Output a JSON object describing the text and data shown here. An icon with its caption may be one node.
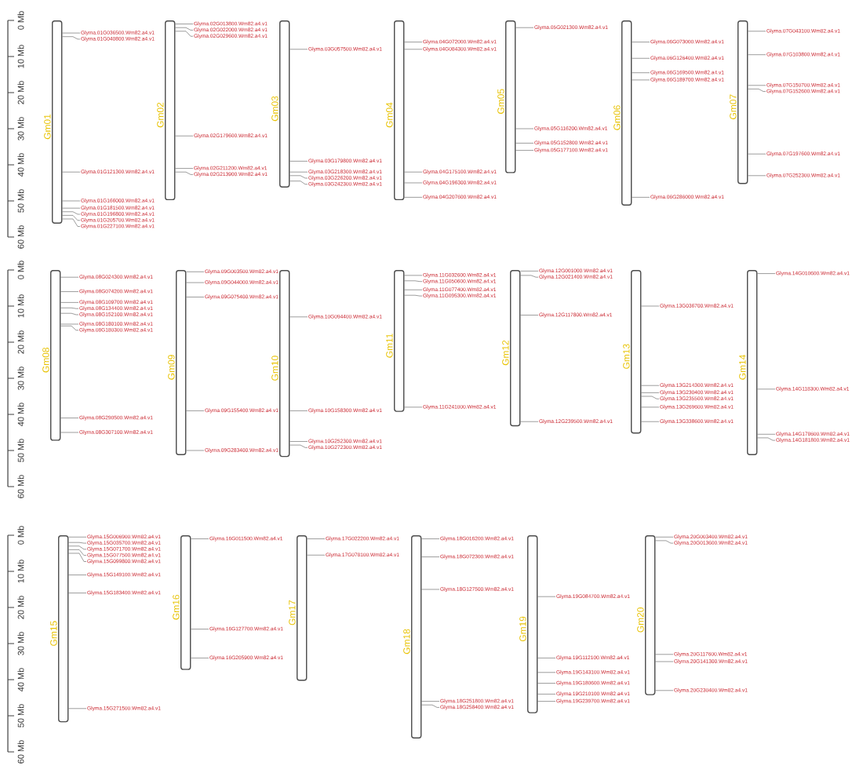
{
  "diagram": {
    "nodes": [
      {
        "text": [
          "Gm01"
        ]
      },
      {
        "text": [
          "Glyma.01G036500.Wm82.a4.v1"
        ]
      },
      {
        "text": [
          "Glyma.01G040800.Wm82.a4.v1"
        ]
      },
      {
        "text": [
          "Glyma.01G121300.Wm82.a4.v1"
        ]
      },
      {
        "text": [
          "Glyma.01G166000.Wm82.a4.v1"
        ]
      },
      {
        "text": [
          "Glyma.01G181500.Wm82.a4.v1"
        ]
      },
      {
        "text": [
          "Glyma.01G196800.Wm82.a4.v1"
        ]
      },
      {
        "text": [
          "Glyma.01G205700.Wm82.a4.v1"
        ]
      },
      {
        "text": [
          "Glyma.01G227100.Wm82.a4.v1"
        ]
      },
      {
        "text": [
          "Gm02"
        ]
      },
      {
        "text": [
          "Glyma.02G013800.Wm82.a4.v1"
        ]
      },
      {
        "text": [
          "Glyma.02G022000.Wm82.a4.v1"
        ]
      },
      {
        "text": [
          "Glyma.02G029600.Wm82.a4.v1"
        ]
      },
      {
        "text": [
          "Glyma.02G179600.Wm82.a4.v1"
        ]
      },
      {
        "text": [
          "Glyma.02G211200.Wm82.a4.v1"
        ]
      },
      {
        "text": [
          "Glyma.02G213900.Wm82.a4.v1"
        ]
      },
      {
        "text": [
          "Gm03"
        ]
      },
      {
        "text": [
          "Glyma.03G057500.Wm82.a4.v1"
        ]
      },
      {
        "text": [
          "Glyma.03G179800.Wm82.a4.v1"
        ]
      },
      {
        "text": [
          "Glyma.03G218300.Wm82.a4.v1"
        ]
      },
      {
        "text": [
          "Glyma.03G226200.Wm82.a4.v1"
        ]
      },
      {
        "text": [
          "Glyma.03G242300.Wm82.a4.v1"
        ]
      },
      {
        "text": [
          "Gm04"
        ]
      },
      {
        "text": [
          "Glyma.04G072000.Wm82.a4.v1"
        ]
      },
      {
        "text": [
          "Glyma.04G084300.Wm82.a4.v1"
        ]
      },
      {
        "text": [
          "Glyma.04G175100.Wm82.a4.v1"
        ]
      },
      {
        "text": [
          "Glyma.04G196300.Wm82.a4.v1"
        ]
      },
      {
        "text": [
          "Glyma.04G207600.Wm82.a4.v1"
        ]
      },
      {
        "text": [
          "Gm05"
        ]
      },
      {
        "text": [
          "Glyma.05G021300.Wm82.a4.v1"
        ]
      },
      {
        "text": [
          "Glyma.05G116200.Wm82.a4.v1"
        ]
      },
      {
        "text": [
          "Glyma.05G152800.Wm82.a4.v1"
        ]
      },
      {
        "text": [
          "Glyma.05G177100.Wm82.a4.v1"
        ]
      },
      {
        "text": [
          "Gm06"
        ]
      },
      {
        "text": [
          "Glyma.06G073000.Wm82.a4.v1"
        ]
      },
      {
        "text": [
          "Glyma.06G126400.Wm82.a4.v1"
        ]
      },
      {
        "text": [
          "Glyma.06G169500.Wm82.a4.v1"
        ]
      },
      {
        "text": [
          "Glyma.06G189700.Wm82.a4.v1"
        ]
      },
      {
        "text": [
          "Glyma.06G286000.Wm82.a4.v1"
        ]
      },
      {
        "text": [
          "Gm07"
        ]
      },
      {
        "text": [
          "Glyma.07G043100.Wm82.a4.v1"
        ]
      },
      {
        "text": [
          "Glyma.07G103800.Wm82.a4.v1"
        ]
      },
      {
        "text": [
          "Glyma.07G150700.Wm82.a4.v1"
        ]
      },
      {
        "text": [
          "Glyma.07G152600.Wm82.a4.v1"
        ]
      },
      {
        "text": [
          "Glyma.07G197600.Wm82.a4.v1"
        ]
      },
      {
        "text": [
          "Glyma.07G252300.Wm82.a4.v1"
        ]
      },
      {
        "text": [
          "Gm08"
        ]
      },
      {
        "text": [
          "Glyma.08G024300.Wm82.a4.v1"
        ]
      },
      {
        "text": [
          "Glyma.08G074200.Wm82.a4.v1"
        ]
      },
      {
        "text": [
          "Glyma.08G109700.Wm82.a4.v1"
        ]
      },
      {
        "text": [
          "Glyma.08G134400.Wm82.a4.v1"
        ]
      },
      {
        "text": [
          "Glyma.08G152100.Wm82.a4.v1"
        ]
      },
      {
        "text": [
          "Glyma.08G180100.Wm82.a4.v1"
        ]
      },
      {
        "text": [
          "Glyma.08G180300.Wm82.a4.v1"
        ]
      },
      {
        "text": [
          "Glyma.08G290500.Wm82.a4.v1"
        ]
      },
      {
        "text": [
          "Glyma.08G307100.Wm82.a4.v1"
        ]
      },
      {
        "text": [
          "Gm09"
        ]
      },
      {
        "text": [
          "Glyma.09G003500.Wm82.a4.v1"
        ]
      },
      {
        "text": [
          "Glyma.09G044000.Wm82.a4.v1"
        ]
      },
      {
        "text": [
          "Glyma.09G075400.Wm82.a4.v1"
        ]
      },
      {
        "text": [
          "Glyma.09G155400.Wm82.a4.v1"
        ]
      },
      {
        "text": [
          "Glyma.09G283400.Wm82.a4.v1"
        ]
      },
      {
        "text": [
          "Gm10"
        ]
      },
      {
        "text": [
          "Glyma.10G094400.Wm82.a4.v1"
        ]
      },
      {
        "text": [
          "Glyma.10G158300.Wm82.a4.v1"
        ]
      },
      {
        "text": [
          "Glyma.10G252300.Wm82.a4.v1"
        ]
      },
      {
        "text": [
          "Glyma.10G272300.Wm82.a4.v1"
        ]
      },
      {
        "text": [
          "Gm11"
        ]
      },
      {
        "text": [
          "Glyma.11G032600.Wm82.a4.v1"
        ]
      },
      {
        "text": [
          "Glyma.11G050600.Wm82.a4.v1"
        ]
      },
      {
        "text": [
          "Glyma.11G077400.Wm82.a4.v1"
        ]
      },
      {
        "text": [
          "Glyma.11G095300.Wm82.a4.v1"
        ]
      },
      {
        "text": [
          "Glyma.11G241000.Wm82.a4.v1"
        ]
      },
      {
        "text": [
          "Gm12"
        ]
      },
      {
        "text": [
          "Glyma.12G001000.Wm82.a4.v1"
        ]
      },
      {
        "text": [
          "Glyma.12G021400.Wm82.a4.v1"
        ]
      },
      {
        "text": [
          "Glyma.12G117800.Wm82.a4.v1"
        ]
      },
      {
        "text": [
          "Glyma.12G239500.Wm82.a4.v1"
        ]
      },
      {
        "text": [
          "Gm13"
        ]
      },
      {
        "text": [
          "Glyma.13G036700.Wm82.a4.v1"
        ]
      },
      {
        "text": [
          "Glyma.13G214300.Wm82.a4.v1"
        ]
      },
      {
        "text": [
          "Glyma.13G230400.Wm82.a4.v1"
        ]
      },
      {
        "text": [
          "Glyma.13G235500.Wm82.a4.v1"
        ]
      },
      {
        "text": [
          "Glyma.13G269600.Wm82.a4.v1"
        ]
      },
      {
        "text": [
          "Glyma.13G338600.Wm82.a4.v1"
        ]
      },
      {
        "text": [
          "Gm14"
        ]
      },
      {
        "text": [
          "Glyma.14G010600.Wm82.a4.v1"
        ]
      },
      {
        "text": [
          "Glyma.14G118300.Wm82.a4.v1"
        ]
      },
      {
        "text": [
          "Glyma.14G178600.Wm82.a4.v1"
        ]
      },
      {
        "text": [
          "Glyma.14G181800.Wm82.a4.v1"
        ]
      },
      {
        "text": [
          "Gm15"
        ]
      },
      {
        "text": [
          "Glyma.15G006900.Wm82.a4.v1"
        ]
      },
      {
        "text": [
          "Glyma.15G035700.Wm82.a4.v1"
        ]
      },
      {
        "text": [
          "Glyma.15G071700.Wm82.a4.v1"
        ]
      },
      {
        "text": [
          "Glyma.15G077500.Wm82.a4.v1"
        ]
      },
      {
        "text": [
          "Glyma.15G099800.Wm82.a4.v1"
        ]
      },
      {
        "text": [
          "Glyma.15G149100.Wm82.a4.v1"
        ]
      },
      {
        "text": [
          "Glyma.15G183400.Wm82.a4.v1"
        ]
      },
      {
        "text": [
          "Glyma.15G271500.Wm82.a4.v1"
        ]
      },
      {
        "text": [
          "Gm16"
        ]
      },
      {
        "text": [
          "Glyma.16G011500.Wm82.a4.v1"
        ]
      },
      {
        "text": [
          "Glyma.16G127700.Wm82.a4.v1"
        ]
      },
      {
        "text": [
          "Glyma.16G205900.Wm82.a4.v1"
        ]
      },
      {
        "text": [
          "Gm17"
        ]
      },
      {
        "text": [
          "Glyma.17G022200.Wm82.a4.v1"
        ]
      },
      {
        "text": [
          "Glyma.17G078100.Wm82.a4.v1"
        ]
      },
      {
        "text": [
          "Gm18"
        ]
      },
      {
        "text": [
          "Glyma.18G016200.Wm82.a4.v1"
        ]
      },
      {
        "text": [
          "Glyma.18G072300.Wm82.a4.v1"
        ]
      },
      {
        "text": [
          "Glyma.18G127500.Wm82.a4.v1"
        ]
      },
      {
        "text": [
          "Glyma.18G251800.Wm82.a4.v1"
        ]
      },
      {
        "text": [
          "Glyma.18G258400.Wm82.a4.v1"
        ]
      },
      {
        "text": [
          "Gm19"
        ]
      },
      {
        "text": [
          "Glyma.19G084700.Wm82.a4.v1"
        ]
      },
      {
        "text": [
          "Glyma.19G112100.Wm82.a4.v1"
        ]
      },
      {
        "text": [
          "Glyma.19G143100.Wm82.a4.v1"
        ]
      },
      {
        "text": [
          "Glyma.19G180600.Wm82.a4.v1"
        ]
      },
      {
        "text": [
          "Glyma.19G210100.Wm82.a4.v1"
        ]
      },
      {
        "text": [
          "Glyma.19G239700.Wm82.a4.v1"
        ]
      },
      {
        "text": [
          "Gm20"
        ]
      },
      {
        "text": [
          "Glyma.20G003400.Wm82.a4.v1"
        ]
      },
      {
        "text": [
          "Glyma.20G013600.Wm82.a4.v1"
        ]
      },
      {
        "text": [
          "Glyma.20G117600.Wm82.a4.v1"
        ]
      },
      {
        "text": [
          "Glyma.20G141300.Wm82.a4.v1"
        ]
      },
      {
        "text": [
          "Glyma.20G230400.Wm82.a4.v1"
        ]
      }
    ],
    "edges": [
      {
        "from": 1,
        "to": 0,
        "arrow": "none"
      },
      {
        "from": 2,
        "to": 0,
        "arrow": "none"
      },
      {
        "from": 3,
        "to": 0,
        "arrow": "none"
      },
      {
        "from": 4,
        "to": 0,
        "arrow": "none"
      },
      {
        "from": 5,
        "to": 0,
        "arrow": "none"
      },
      {
        "from": 6,
        "to": 0,
        "arrow": "none"
      },
      {
        "from": 7,
        "to": 0,
        "arrow": "none"
      },
      {
        "from": 8,
        "to": 0,
        "arrow": "none"
      },
      {
        "from": 10,
        "to": 9,
        "arrow": "none"
      },
      {
        "from": 11,
        "to": 9,
        "arrow": "none"
      },
      {
        "from": 12,
        "to": 9,
        "arrow": "none"
      },
      {
        "from": 13,
        "to": 9,
        "arrow": "none"
      },
      {
        "from": 14,
        "to": 9,
        "arrow": "none"
      },
      {
        "from": 15,
        "to": 9,
        "arrow": "none"
      },
      {
        "from": 17,
        "to": 16,
        "arrow": "none"
      },
      {
        "from": 18,
        "to": 16,
        "arrow": "none"
      },
      {
        "from": 19,
        "to": 16,
        "arrow": "none"
      },
      {
        "from": 20,
        "to": 16,
        "arrow": "none"
      },
      {
        "from": 21,
        "to": 16,
        "arrow": "none"
      },
      {
        "from": 23,
        "to": 22,
        "arrow": "none"
      },
      {
        "from": 24,
        "to": 22,
        "arrow": "none"
      },
      {
        "from": 25,
        "to": 22,
        "arrow": "none"
      },
      {
        "from": 26,
        "to": 22,
        "arrow": "none"
      },
      {
        "from": 27,
        "to": 22,
        "arrow": "none"
      },
      {
        "from": 29,
        "to": 28,
        "arrow": "none"
      },
      {
        "from": 30,
        "to": 28,
        "arrow": "none"
      },
      {
        "from": 31,
        "to": 28,
        "arrow": "none"
      },
      {
        "from": 32,
        "to": 28,
        "arrow": "none"
      },
      {
        "from": 34,
        "to": 33,
        "arrow": "none"
      },
      {
        "from": 35,
        "to": 33,
        "arrow": "none"
      },
      {
        "from": 36,
        "to": 33,
        "arrow": "none"
      },
      {
        "from": 37,
        "to": 33,
        "arrow": "none"
      },
      {
        "from": 38,
        "to": 33,
        "arrow": "none"
      },
      {
        "from": 40,
        "to": 39,
        "arrow": "none"
      },
      {
        "from": 41,
        "to": 39,
        "arrow": "none"
      },
      {
        "from": 42,
        "to": 39,
        "arrow": "none"
      },
      {
        "from": 43,
        "to": 39,
        "arrow": "none"
      },
      {
        "from": 44,
        "to": 39,
        "arrow": "none"
      },
      {
        "from": 45,
        "to": 39,
        "arrow": "none"
      },
      {
        "from": 47,
        "to": 46,
        "arrow": "none"
      },
      {
        "from": 48,
        "to": 46,
        "arrow": "none"
      },
      {
        "from": 49,
        "to": 46,
        "arrow": "none"
      },
      {
        "from": 50,
        "to": 46,
        "arrow": "none"
      },
      {
        "from": 51,
        "to": 46,
        "arrow": "none"
      },
      {
        "from": 52,
        "to": 46,
        "arrow": "none"
      },
      {
        "from": 53,
        "to": 46,
        "arrow": "none"
      },
      {
        "from": 54,
        "to": 46,
        "arrow": "none"
      },
      {
        "from": 55,
        "to": 46,
        "arrow": "none"
      },
      {
        "from": 57,
        "to": 56,
        "arrow": "none"
      },
      {
        "from": 58,
        "to": 56,
        "arrow": "none"
      },
      {
        "from": 59,
        "to": 56,
        "arrow": "none"
      },
      {
        "from": 60,
        "to": 56,
        "arrow": "none"
      },
      {
        "from": 61,
        "to": 56,
        "arrow": "none"
      },
      {
        "from": 63,
        "to": 62,
        "arrow": "none"
      },
      {
        "from": 64,
        "to": 62,
        "arrow": "none"
      },
      {
        "from": 65,
        "to": 62,
        "arrow": "none"
      },
      {
        "from": 66,
        "to": 62,
        "arrow": "none"
      },
      {
        "from": 68,
        "to": 67,
        "arrow": "none"
      },
      {
        "from": 69,
        "to": 67,
        "arrow": "none"
      },
      {
        "from": 70,
        "to": 67,
        "arrow": "none"
      },
      {
        "from": 71,
        "to": 67,
        "arrow": "none"
      },
      {
        "from": 72,
        "to": 67,
        "arrow": "none"
      },
      {
        "from": 74,
        "to": 73,
        "arrow": "none"
      },
      {
        "from": 75,
        "to": 73,
        "arrow": "none"
      },
      {
        "from": 76,
        "to": 73,
        "arrow": "none"
      },
      {
        "from": 77,
        "to": 73,
        "arrow": "none"
      },
      {
        "from": 79,
        "to": 78,
        "arrow": "none"
      },
      {
        "from": 80,
        "to": 78,
        "arrow": "none"
      },
      {
        "from": 81,
        "to": 78,
        "arrow": "none"
      },
      {
        "from": 82,
        "to": 78,
        "arrow": "none"
      },
      {
        "from": 83,
        "to": 78,
        "arrow": "none"
      },
      {
        "from": 84,
        "to": 78,
        "arrow": "none"
      },
      {
        "from": 86,
        "to": 85,
        "arrow": "none"
      },
      {
        "from": 87,
        "to": 85,
        "arrow": "none"
      },
      {
        "from": 88,
        "to": 85,
        "arrow": "none"
      },
      {
        "from": 89,
        "to": 85,
        "arrow": "none"
      },
      {
        "from": 91,
        "to": 90,
        "arrow": "none"
      },
      {
        "from": 92,
        "to": 90,
        "arrow": "none"
      },
      {
        "from": 93,
        "to": 90,
        "arrow": "none"
      },
      {
        "from": 94,
        "to": 90,
        "arrow": "none"
      },
      {
        "from": 95,
        "to": 90,
        "arrow": "none"
      },
      {
        "from": 96,
        "to": 90,
        "arrow": "none"
      },
      {
        "from": 97,
        "to": 90,
        "arrow": "none"
      },
      {
        "from": 98,
        "to": 90,
        "arrow": "none"
      },
      {
        "from": 100,
        "to": 99,
        "arrow": "none"
      },
      {
        "from": 101,
        "to": 99,
        "arrow": "none"
      },
      {
        "from": 102,
        "to": 99,
        "arrow": "none"
      },
      {
        "from": 104,
        "to": 103,
        "arrow": "none"
      },
      {
        "from": 105,
        "to": 103,
        "arrow": "none"
      },
      {
        "from": 107,
        "to": 106,
        "arrow": "none"
      },
      {
        "from": 108,
        "to": 106,
        "arrow": "none"
      },
      {
        "from": 109,
        "to": 106,
        "arrow": "none"
      },
      {
        "from": 110,
        "to": 106,
        "arrow": "none"
      },
      {
        "from": 111,
        "to": 106,
        "arrow": "none"
      },
      {
        "from": 113,
        "to": 112,
        "arrow": "none"
      },
      {
        "from": 114,
        "to": 112,
        "arrow": "none"
      },
      {
        "from": 115,
        "to": 112,
        "arrow": "none"
      },
      {
        "from": 116,
        "to": 112,
        "arrow": "none"
      },
      {
        "from": 117,
        "to": 112,
        "arrow": "none"
      },
      {
        "from": 118,
        "to": 112,
        "arrow": "none"
      },
      {
        "from": 120,
        "to": 119,
        "arrow": "none"
      },
      {
        "from": 121,
        "to": 119,
        "arrow": "none"
      },
      {
        "from": 122,
        "to": 119,
        "arrow": "none"
      },
      {
        "from": 123,
        "to": 119,
        "arrow": "none"
      },
      {
        "from": 124,
        "to": 119,
        "arrow": "none"
      }
    ],
    "labels": [
      "0 Mb",
      "10 Mb",
      "20 Mb",
      "30 Mb",
      "40 Mb",
      "50 Mb",
      "60 Mb",
      "0 Mb",
      "10 Mb",
      "20 Mb",
      "30 Mb",
      "40 Mb",
      "50 Mb",
      "60 Mb",
      "0 Mb",
      "10 Mb",
      "20 Mb",
      "30 Mb",
      "40 Mb",
      "50 Mb",
      "60 Mb"
    ]
  }
}
